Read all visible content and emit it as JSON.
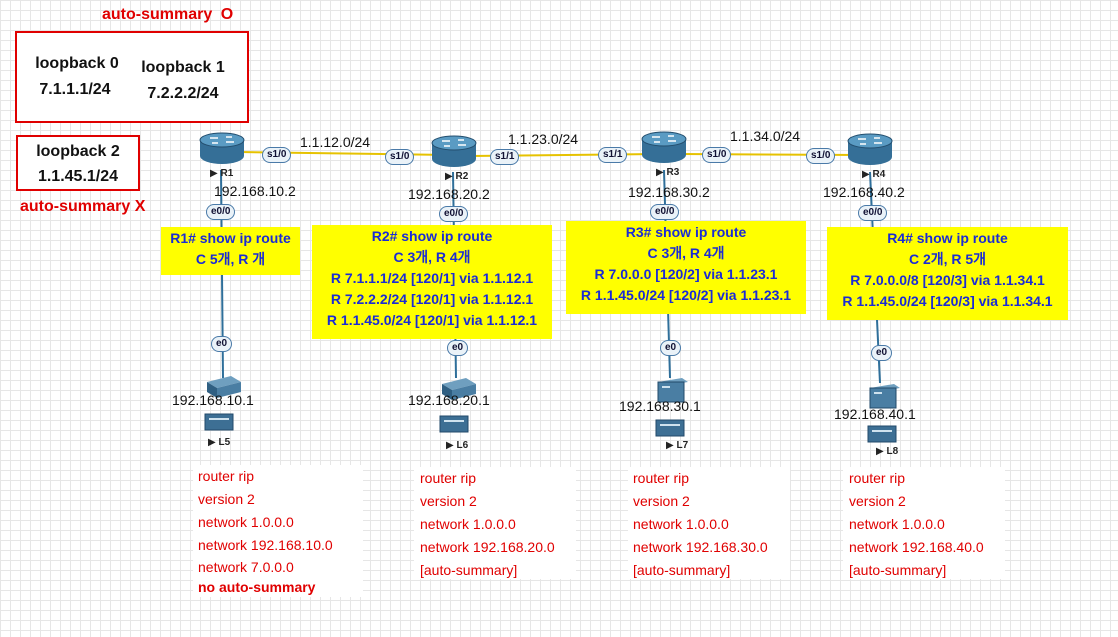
{
  "colors": {
    "note_red": "#e00000",
    "route_blue": "#1a2bd6",
    "highlight_yellow": "#ffff00",
    "link": "#e6c200",
    "lan_link": "#2f6f9a"
  },
  "top_note": {
    "text": "auto-summary",
    "mark": "O"
  },
  "loopback_box_1": [
    {
      "name": "loopback 0",
      "ip": "7.1.1.1/24"
    },
    {
      "name": "loopback 1",
      "ip": "7.2.2.2/24"
    }
  ],
  "loopback_box_2": {
    "name": "loopback 2",
    "ip": "1.1.45.1/24"
  },
  "bottom_note": {
    "text": "auto-summary X"
  },
  "networks": [
    "1.1.12.0/24",
    "1.1.23.0/24",
    "1.1.34.0/24"
  ],
  "routers": [
    {
      "name": "R1",
      "lan_ip": "192.168.10.2",
      "ports": [
        "s1/0",
        "e0/0"
      ]
    },
    {
      "name": "R2",
      "lan_ip": "192.168.20.2",
      "ports": [
        "s1/0",
        "s1/1",
        "e0/0"
      ]
    },
    {
      "name": "R3",
      "lan_ip": "192.168.30.2",
      "ports": [
        "s1/1",
        "s1/0",
        "e0/0"
      ]
    },
    {
      "name": "R4",
      "lan_ip": "192.168.40.2",
      "ports": [
        "s1/0",
        "e0/0"
      ]
    }
  ],
  "hosts": [
    {
      "name": "L5",
      "ip": "192.168.10.1",
      "port": "e0"
    },
    {
      "name": "L6",
      "ip": "192.168.20.1",
      "port": "e0"
    },
    {
      "name": "L7",
      "ip": "192.168.30.1",
      "port": "e0"
    },
    {
      "name": "L8",
      "ip": "192.168.40.1",
      "port": "e0"
    }
  ],
  "route_tables": [
    {
      "title": "R1# show ip route",
      "summary": "C 5개, R 개",
      "routes": []
    },
    {
      "title": "R2# show ip route",
      "summary": "C 3개, R 4개",
      "routes": [
        "R 7.1.1.1/24 [120/1] via 1.1.12.1",
        "R 7.2.2.2/24 [120/1] via 1.1.12.1",
        "R 1.1.45.0/24 [120/1] via 1.1.12.1"
      ]
    },
    {
      "title": "R3# show ip route",
      "summary": "C 3개, R 4개",
      "routes": [
        "R 7.0.0.0 [120/2] via 1.1.23.1",
        "R 1.1.45.0/24 [120/2] via 1.1.23.1"
      ]
    },
    {
      "title": "R4# show ip route",
      "summary": "C 2개, R 5개",
      "routes": [
        "R 7.0.0.0/8 [120/3] via 1.1.34.1",
        "R 1.1.45.0/24 [120/3] via 1.1.34.1"
      ]
    }
  ],
  "configs": [
    [
      "router rip",
      "version 2",
      "network 1.0.0.0",
      "network 192.168.10.0",
      "network 7.0.0.0",
      "no auto-summary"
    ],
    [
      "router rip",
      "version 2",
      "network 1.0.0.0",
      "network 192.168.20.0",
      "[auto-summary]"
    ],
    [
      "router rip",
      "version 2",
      "network 1.0.0.0",
      "network 192.168.30.0",
      "[auto-summary]"
    ],
    [
      "router rip",
      "version 2",
      "network 1.0.0.0",
      "network 192.168.40.0",
      "[auto-summary]"
    ]
  ]
}
